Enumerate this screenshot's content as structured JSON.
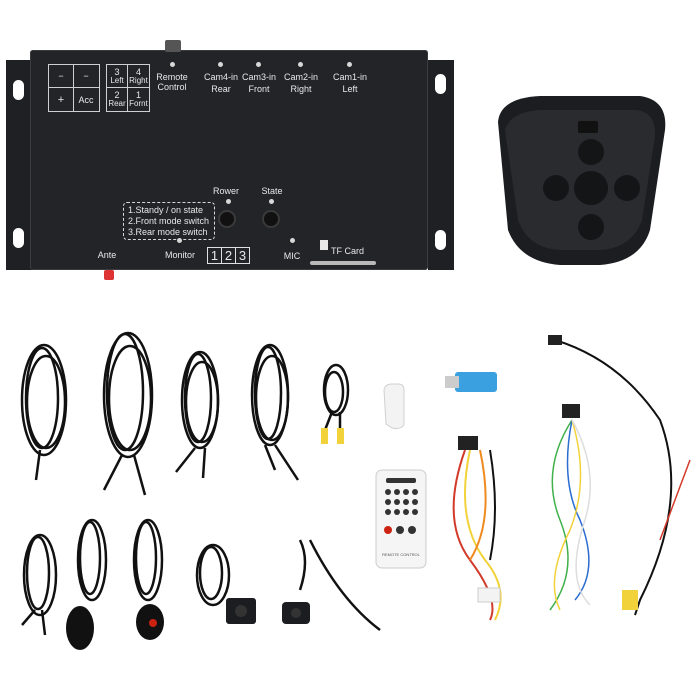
{
  "dvr": {
    "power_grid": {
      "minus1": "−",
      "minus2": "−",
      "plus": "+",
      "acc": "Acc"
    },
    "cam_grid": {
      "c3": "3",
      "c3b": "Left",
      "c4": "4",
      "c4b": "Right",
      "c2": "2",
      "c2b": "Rear",
      "c1": "1",
      "c1b": "Fornt"
    },
    "remote_control_label": [
      "Remote",
      "Control"
    ],
    "cam_inputs": [
      {
        "line1": "Cam4-in",
        "line2": "Rear"
      },
      {
        "line1": "Cam3-in",
        "line2": "Front"
      },
      {
        "line1": "Cam2-in",
        "line2": "Right"
      },
      {
        "line1": "Cam1-in",
        "line2": "Left"
      }
    ],
    "rower_label": "Rower",
    "state_label": "State",
    "modes": [
      "1.Standy / on state",
      "2.Front mode switch",
      "3.Rear mode switch"
    ],
    "mode_numbers": [
      "1",
      "2",
      "3"
    ],
    "ante_label": "Ante",
    "monitor_label": "Monitor",
    "mic_label": "MIC",
    "tf_card_label": "TF Card"
  },
  "remote_small": {
    "label": "REMOTE CONTROL"
  },
  "colors": {
    "device": "#222428",
    "usb_blue": "#3aa0e0",
    "rca_yellow": "#f2d23a",
    "rca_red": "#d23a2a",
    "wire_green": "#3fb04a"
  }
}
